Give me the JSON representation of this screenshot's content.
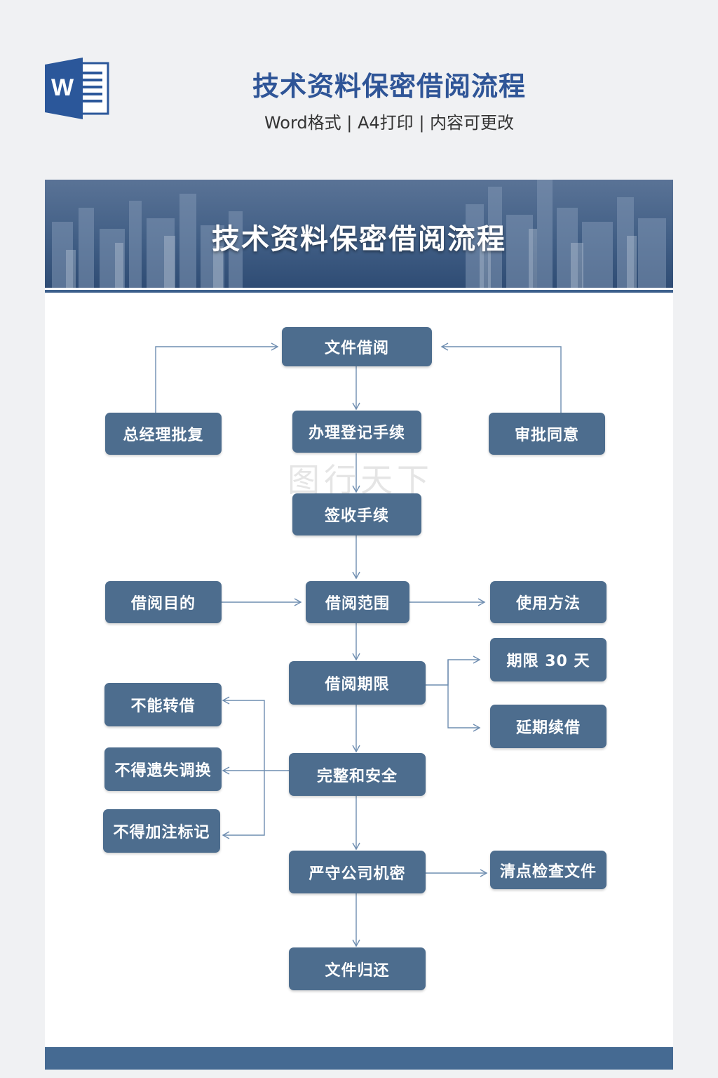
{
  "header": {
    "logo_letter": "W",
    "title": "技术资料保密借阅流程",
    "subtitle": "Word格式 | A4打印 | 内容可更改"
  },
  "banner": {
    "title": "技术资料保密借阅流程"
  },
  "watermark": "图行天下",
  "flow": {
    "borrow_file": "文件借阅",
    "gm_approval": "总经理批复",
    "register": "办理登记手续",
    "approve_agree": "审批同意",
    "sign_receive": "签收手续",
    "purpose": "借阅目的",
    "scope": "借阅范围",
    "usage": "使用方法",
    "term": "借阅期限",
    "term_30": "期限 30 天",
    "extend": "延期续借",
    "no_relend": "不能转借",
    "no_lose": "不得遗失调换",
    "no_mark": "不得加注标记",
    "integrity": "完整和安全",
    "confidential": "严守公司机密",
    "check_files": "清点检查文件",
    "return_file": "文件归还"
  },
  "colors": {
    "box": "#4d6d8e",
    "line": "#6e8db0",
    "title": "#2f5597",
    "banner": "#3f5d84"
  }
}
